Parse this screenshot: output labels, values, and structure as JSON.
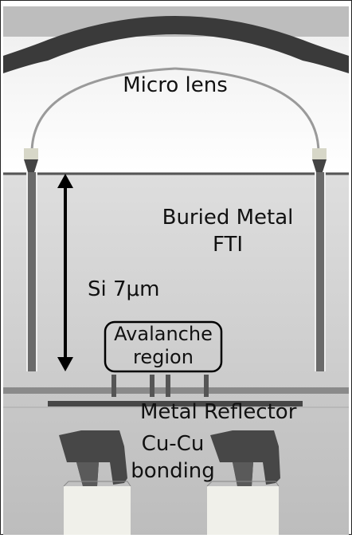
{
  "labels": {
    "micro_lens": "Micro lens",
    "buried_metal_line1": "Buried Metal",
    "buried_metal_line2": "FTI",
    "si_thickness": "Si 7μm",
    "avalanche_line1": "Avalanche",
    "avalanche_line2": "region",
    "metal_reflector": "Metal Reflector",
    "cucu_line1": "Cu-Cu",
    "cucu_line2": "bonding"
  },
  "colors": {
    "lens_band": "#3a3a3a",
    "silicon": "#cfcfcf",
    "metal": "#474747",
    "arrow": "#000000",
    "pad": "#f0f0ea"
  }
}
